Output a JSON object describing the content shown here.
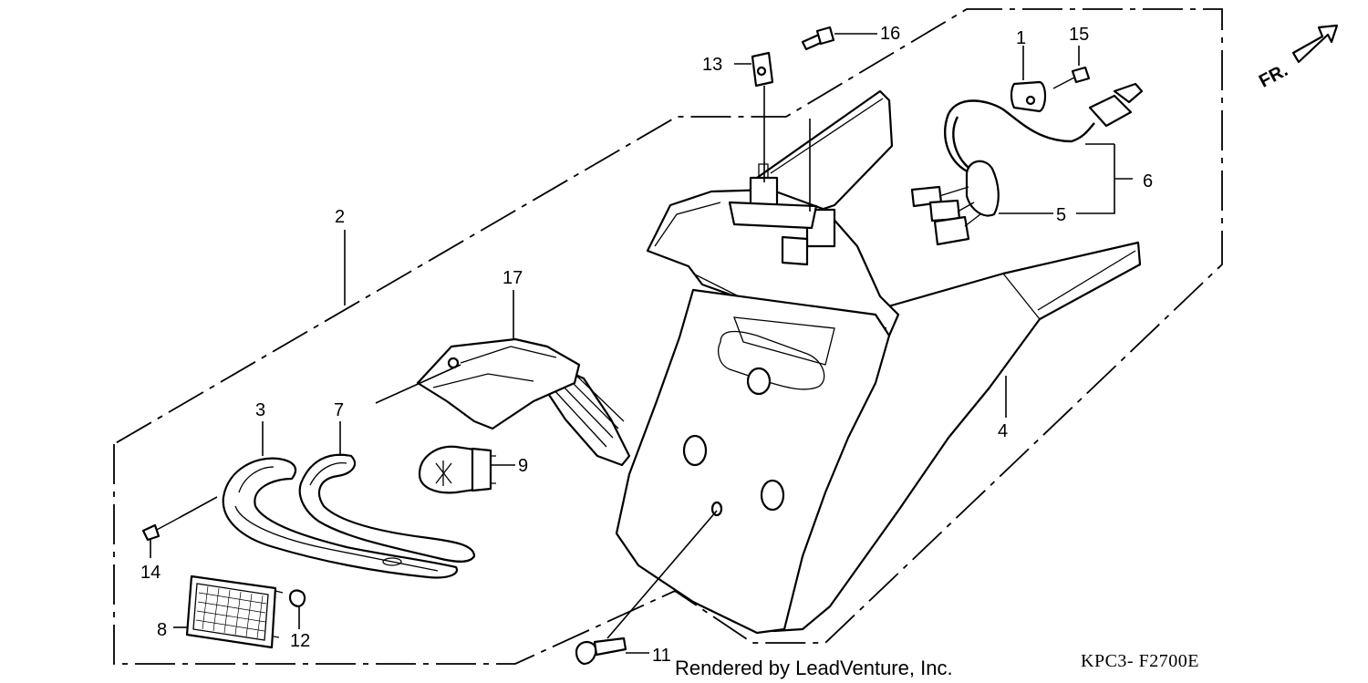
{
  "diagram": {
    "callouts": [
      {
        "id": "1",
        "text": "1"
      },
      {
        "id": "2",
        "text": "2"
      },
      {
        "id": "3",
        "text": "3"
      },
      {
        "id": "4",
        "text": "4"
      },
      {
        "id": "5",
        "text": "5"
      },
      {
        "id": "6",
        "text": "6"
      },
      {
        "id": "7",
        "text": "7"
      },
      {
        "id": "8",
        "text": "8"
      },
      {
        "id": "9",
        "text": "9"
      },
      {
        "id": "11",
        "text": "11"
      },
      {
        "id": "12",
        "text": "12"
      },
      {
        "id": "13",
        "text": "13"
      },
      {
        "id": "14",
        "text": "14"
      },
      {
        "id": "15",
        "text": "15"
      },
      {
        "id": "16",
        "text": "16"
      },
      {
        "id": "17",
        "text": "17"
      }
    ],
    "direction_label": "FR.",
    "watermark": "Rendered by LeadVenture, Inc.",
    "figure_code": "KPC3- F2700E"
  }
}
